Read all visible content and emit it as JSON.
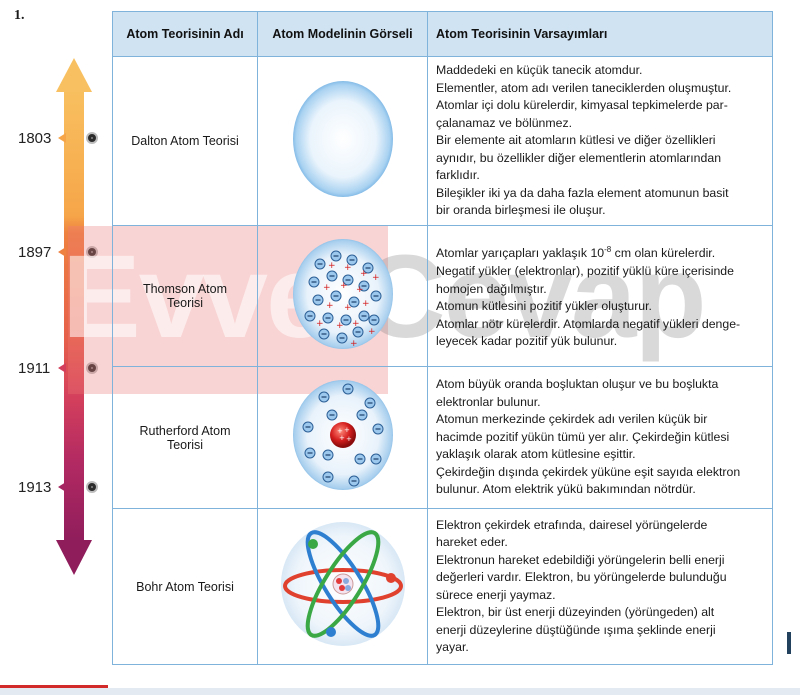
{
  "question_number": "1.",
  "timeline": {
    "years": [
      "1803",
      "1897",
      "1911",
      "1913"
    ]
  },
  "table": {
    "headers": [
      "Atom Teorisinin Adı",
      "Atom Modelinin Görseli",
      "Atom Teorisinin Varsayımları"
    ],
    "rows": [
      {
        "name": "Dalton Atom Teorisi",
        "lines": [
          "Maddedeki en küçük tanecik atomdur.",
          "Elementler, atom adı verilen taneciklerden oluşmuştur.",
          "Atomlar içi dolu kürelerdir, kimyasal tepkimelerde par-",
          "çalanamaz ve bölünmez.",
          "Bir elemente ait atomların kütlesi ve diğer özellikleri",
          "aynıdır, bu özellikler diğer elementlerin atomlarından",
          "farklıdır.",
          "Bileşikler iki ya da daha fazla element atomunun basit",
          "bir oranda birleşmesi ile oluşur."
        ]
      },
      {
        "name_line1": "Thomson Atom",
        "name_line2": "Teorisi",
        "line1_before": "Atomlar yarıçapları yaklaşık 10",
        "line1_sup": "-8",
        "line1_after": " cm olan kürelerdir.",
        "lines": [
          "Negatif yükler (elektronlar), pozitif yüklü küre içerisinde",
          "homojen dağılmıştır.",
          "Atomun kütlesini pozitif yükler oluşturur.",
          "Atomlar nötr kürelerdir. Atomlarda negatif yükleri denge-",
          "leyecek kadar pozitif yük bulunur."
        ]
      },
      {
        "name_line1": "Rutherford Atom",
        "name_line2": "Teorisi",
        "lines": [
          "Atom büyük oranda boşluktan oluşur ve bu boşlukta",
          "elektronlar bulunur.",
          "Atomun merkezinde çekirdek adı verilen küçük bir",
          "hacimde pozitif yükün tümü yer alır. Çekirdeğin kütlesi",
          "yaklaşık olarak atom kütlesine eşittir.",
          "Çekirdeğin dışında çekirdek yüküne eşit sayıda elektron",
          "bulunur. Atom elektrik yükü bakımından nötrdür."
        ]
      },
      {
        "name": "Bohr Atom Teorisi",
        "lines": [
          "Elektron çekirdek etrafında, dairesel yörüngelerde",
          "hareket eder.",
          "Elektronun hareket edebildiği yörüngelerin belli enerji",
          "değerleri vardır. Elektron, bu yörüngelerde bulunduğu",
          "sürece enerji yaymaz.",
          "Elektron, bir üst enerji düzeyinden (yörüngeden) alt",
          "enerji düzeylerine düştüğünde ışıma şeklinde enerji",
          "yayar."
        ]
      }
    ]
  },
  "watermark": {
    "part1": "Evvel",
    "part2": "Cevap"
  },
  "colors": {
    "header_bg": "#cfe3f3",
    "border": "#7fb3db",
    "arrow_top": "#f7b45a",
    "arrow_mid": "#ee7a3a",
    "arrow_low": "#e0405a",
    "arrow_bottom": "#9c1f5e"
  }
}
